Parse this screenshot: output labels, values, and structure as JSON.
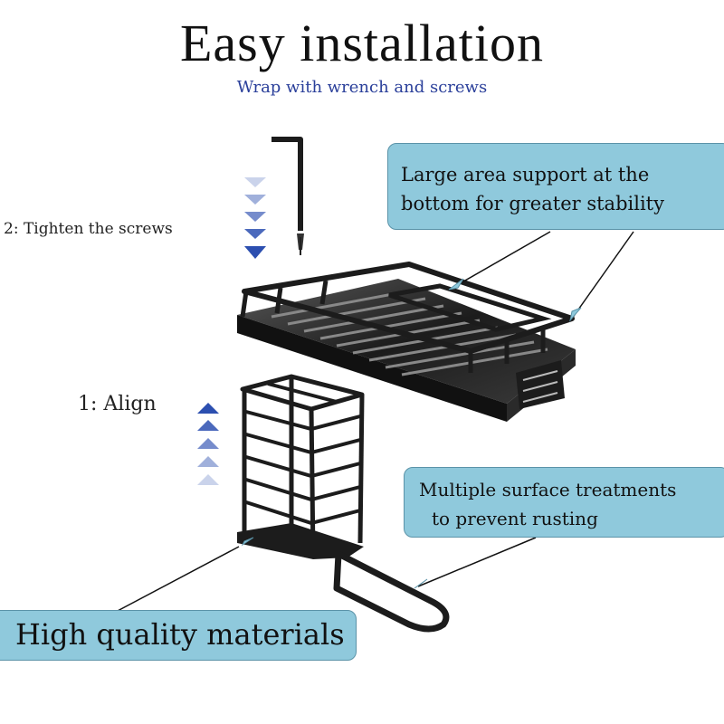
{
  "header": {
    "title": "Easy installation",
    "subtitle": "Wrap with wrench and screws"
  },
  "steps": {
    "tighten": "2: Tighten the screws",
    "align": "1: Align"
  },
  "callouts": {
    "stability_line1": "Large area support at the",
    "stability_line2": "bottom for greater stability",
    "rust_line1": "Multiple surface treatments",
    "rust_line2": "to prevent rusting",
    "materials": "High quality materials"
  },
  "colors": {
    "callout_fill": "#8fc9dc",
    "arrow_blue": "#2c4fb0",
    "subtitle": "#2a3f9a",
    "metal": "#1c1c1c"
  },
  "icons": {
    "down_arrows": "triangle-down",
    "up_arrows": "triangle-up",
    "wrench": "allen-key",
    "screw": "screw"
  }
}
